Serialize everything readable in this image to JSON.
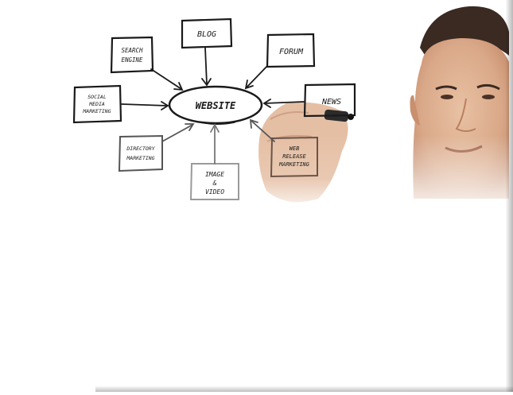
{
  "diagram": {
    "center": "WEBSITE",
    "nodes": {
      "blog": "BLOG",
      "search_engine": [
        "SEARCH",
        "ENGINE"
      ],
      "forum": "FORUM",
      "social_media": [
        "SOCIAL",
        "MEDIA",
        "MARKETING"
      ],
      "news": "NEWS",
      "directory": [
        "DIRECTORY",
        "MARKETING"
      ],
      "image_video": [
        "IMAGE",
        "&",
        "VIDEO"
      ],
      "web_release": [
        "WEB",
        "RELEASE",
        "MARKETING"
      ]
    }
  },
  "colors": {
    "ink": "#1a1a1a",
    "skin": "#e2b899",
    "hair": "#3a2a22",
    "pen": "#2b2b2b"
  }
}
